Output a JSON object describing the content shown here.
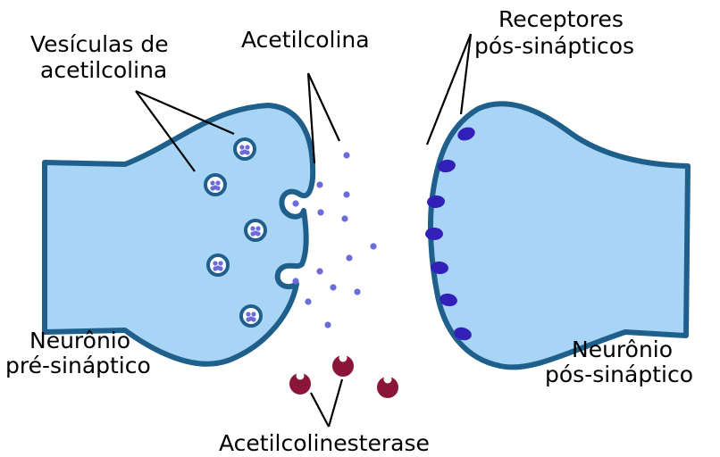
{
  "labels": {
    "vesicles": [
      "Vesículas de",
      "acetilcolina"
    ],
    "acetylcholine": "Acetilcolina",
    "receptors": [
      "Receptores",
      "pós-sinápticos"
    ],
    "pre_neuron": [
      "Neurônio",
      "pré-sináptico"
    ],
    "post_neuron": [
      "Neurônio",
      "pós-sináptico"
    ],
    "enzyme": "Acetilcolinesterase"
  },
  "colors": {
    "membrane": "#1f5f8b",
    "cytoplasm": "#a8d4f5",
    "acetylcholine": "#6b6bdc",
    "receptor": "#3320b8",
    "enzyme": "#8b1538"
  }
}
